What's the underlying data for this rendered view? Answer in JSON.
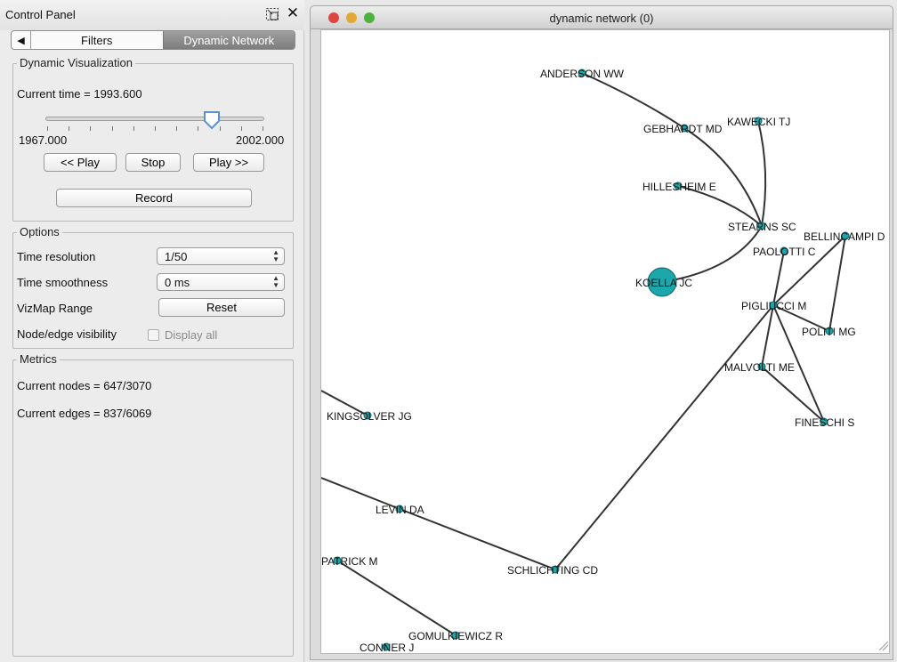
{
  "control_panel": {
    "title": "Control Panel",
    "tabs": [
      {
        "label": "Filters",
        "active": false
      },
      {
        "label": "Dynamic Network",
        "active": true
      }
    ],
    "dynamic_visualization": {
      "title": "Dynamic Visualization",
      "current_time_text": "Current time = 1993.600",
      "slider": {
        "min_label": "1967.000",
        "max_label": "2002.000",
        "value": 1993.6,
        "min": 1967.0,
        "max": 2002.0
      },
      "play_back_label": "<< Play",
      "stop_label": "Stop",
      "play_forward_label": "Play >>",
      "record_label": "Record"
    },
    "options": {
      "title": "Options",
      "time_resolution_label": "Time resolution",
      "time_resolution_value": "1/50",
      "time_smoothness_label": "Time smoothness",
      "time_smoothness_value": "0 ms",
      "vizmap_range_label": "VizMap Range",
      "reset_label": "Reset",
      "visibility_label": "Node/edge visibility",
      "display_all_label": "Display all",
      "display_all_checked": false
    },
    "metrics": {
      "title": "Metrics",
      "current_nodes_text": "Current nodes = 647/3070",
      "current_edges_text": "Current edges = 837/6069"
    }
  },
  "network_window": {
    "title": "dynamic network (0)",
    "colors": {
      "node_fill": "#1ba7ab",
      "node_stroke": "#0d5f62",
      "edge": "#333333",
      "close": "#e0443e",
      "minimize": "#e3a82f",
      "zoom": "#4bb240"
    },
    "nodes": [
      {
        "id": "anderson",
        "label": "ANDERSON WW"
      },
      {
        "id": "gebhardt",
        "label": "GEBHARDT MD"
      },
      {
        "id": "kawecki",
        "label": "KAWECKI TJ"
      },
      {
        "id": "hillesheim",
        "label": "HILLESHEIM E"
      },
      {
        "id": "stearns",
        "label": "STEARNS SC"
      },
      {
        "id": "bellincampi",
        "label": "BELLINCAMPI D"
      },
      {
        "id": "paolotti",
        "label": "PAOLOTTI C"
      },
      {
        "id": "koella",
        "label": "KOELLA JC"
      },
      {
        "id": "pigliucci",
        "label": "PIGLIUCCI M"
      },
      {
        "id": "politi",
        "label": "POLITI MG"
      },
      {
        "id": "malvolti",
        "label": "MALVOLTI ME"
      },
      {
        "id": "fineschi",
        "label": "FINESCHI S"
      },
      {
        "id": "kingsolver",
        "label": "KINGSOLVER JG"
      },
      {
        "id": "levin",
        "label": "LEVIN DA"
      },
      {
        "id": "schlichting",
        "label": "SCHLICHTING CD"
      },
      {
        "id": "patrick",
        "label": "PATRICK M"
      },
      {
        "id": "gomulkiewicz",
        "label": "GOMULKIEWICZ R"
      },
      {
        "id": "conner",
        "label": "CONNER J"
      }
    ],
    "edges": [
      [
        "anderson",
        "gebhardt"
      ],
      [
        "gebhardt",
        "stearns"
      ],
      [
        "kawecki",
        "stearns"
      ],
      [
        "hillesheim",
        "stearns"
      ],
      [
        "stearns",
        "koella"
      ],
      [
        "pigliucci",
        "paolotti"
      ],
      [
        "pigliucci",
        "bellincampi"
      ],
      [
        "bellincampi",
        "politi"
      ],
      [
        "pigliucci",
        "politi"
      ],
      [
        "pigliucci",
        "malvolti"
      ],
      [
        "pigliucci",
        "fineschi"
      ],
      [
        "malvolti",
        "fineschi"
      ],
      [
        "pigliucci",
        "schlichting"
      ],
      [
        "levin",
        "schlichting"
      ],
      [
        "patrick",
        "gomulkiewicz"
      ]
    ]
  }
}
